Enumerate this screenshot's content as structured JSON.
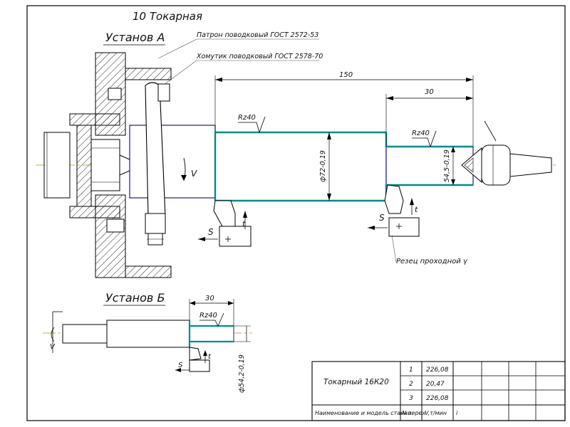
{
  "operation_title": "10 Токарная",
  "setup_a": {
    "title": "Установ А",
    "chuck_callout": "Патрон поводковый ГОСТ 2572-53",
    "clamp_callout": "Хомутик поводковый ГОСТ 2578-70",
    "dim_total_length": "150",
    "dim_step_length": "30",
    "roughness_large": "Rz40",
    "roughness_small": "Rz40",
    "dia_large": "ф72-0,19",
    "dia_small": "54,5-0,19",
    "rotation_mark": "V",
    "feed_left": "S",
    "feed_right": "S",
    "feed_t_left": "t",
    "feed_t_right": "t",
    "tool_callout": "Резец проходной γ"
  },
  "setup_b": {
    "title": "Установ Б",
    "dim_length": "30",
    "roughness": "Rz40",
    "diameter": "ф54,2-0,19",
    "rotation_mark": "V",
    "feed_s": "S",
    "feed_t": "t"
  },
  "table": {
    "machine": "Токарный 16К20",
    "rows": [
      {
        "pass": "1",
        "speed": "226,08"
      },
      {
        "pass": "2",
        "speed": "20,47"
      },
      {
        "pass": "3",
        "speed": "226,08"
      }
    ],
    "footer_machine": "Наименование и модель станка",
    "footer_pass": "№перех",
    "footer_speed": "V,т/мин",
    "footer_extra": "i"
  },
  "colors": {
    "outline": "#1a1a8c",
    "workpiece": "#008b8b",
    "hatch": "#222222",
    "axis": "#e08000",
    "frame": "#000000"
  }
}
